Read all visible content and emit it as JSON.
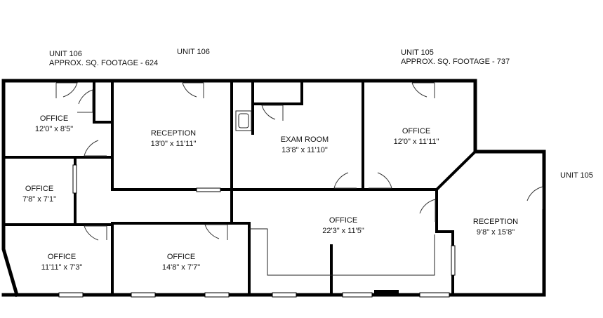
{
  "unit_labels": {
    "unit106_top": "UNIT 106",
    "unit106_sqft": "APPROX. SQ. FOOTAGE - 624",
    "unit106_center": "UNIT 106",
    "unit105_top": "UNIT 105",
    "unit105_sqft": "APPROX. SQ. FOOTAGE - 737",
    "unit105_side": "UNIT 105"
  },
  "rooms": [
    {
      "id": "office-a",
      "name": "OFFICE",
      "dims": "12'0\" x 8'5\""
    },
    {
      "id": "reception-a",
      "name": "RECEPTION",
      "dims": "13'0\" x 11'11\""
    },
    {
      "id": "exam-room",
      "name": "EXAM ROOM",
      "dims": "13'8\" x 11'10\""
    },
    {
      "id": "office-b",
      "name": "OFFICE",
      "dims": "12'0\" x 11'11\""
    },
    {
      "id": "office-c",
      "name": "OFFICE",
      "dims": "7'8\" x 7'1\""
    },
    {
      "id": "office-d",
      "name": "OFFICE",
      "dims": "22'3\" x 11'5\""
    },
    {
      "id": "reception-b",
      "name": "RECEPTION",
      "dims": "9'8\" x 15'8\""
    },
    {
      "id": "office-e",
      "name": "OFFICE",
      "dims": "11'11\" x 7'3\""
    },
    {
      "id": "office-f",
      "name": "OFFICE",
      "dims": "14'8\" x 7'7\""
    }
  ]
}
